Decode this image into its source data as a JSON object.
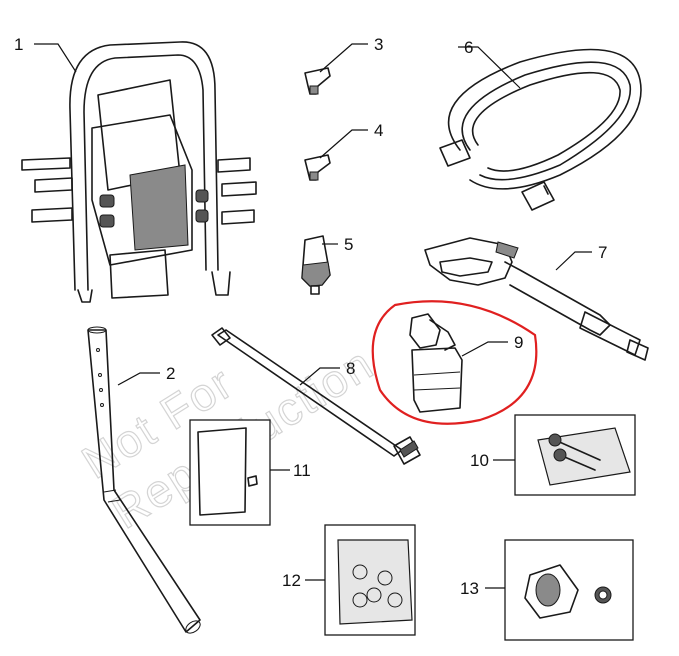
{
  "watermark": {
    "line1": "Not For",
    "line2": "Reproduction"
  },
  "callouts": [
    {
      "id": "1",
      "label": "1"
    },
    {
      "id": "2",
      "label": "2"
    },
    {
      "id": "3",
      "label": "3"
    },
    {
      "id": "4",
      "label": "4"
    },
    {
      "id": "5",
      "label": "5"
    },
    {
      "id": "6",
      "label": "6"
    },
    {
      "id": "7",
      "label": "7"
    },
    {
      "id": "8",
      "label": "8"
    },
    {
      "id": "9",
      "label": "9"
    },
    {
      "id": "10",
      "label": "10"
    },
    {
      "id": "11",
      "label": "11"
    },
    {
      "id": "12",
      "label": "12"
    },
    {
      "id": "13",
      "label": "13"
    }
  ],
  "highlight": {
    "target": "9",
    "color": "#e02020"
  },
  "colors": {
    "line": "#1a1a1a",
    "shade": "#8a8a8a",
    "watermark": "#d4d4d4"
  }
}
